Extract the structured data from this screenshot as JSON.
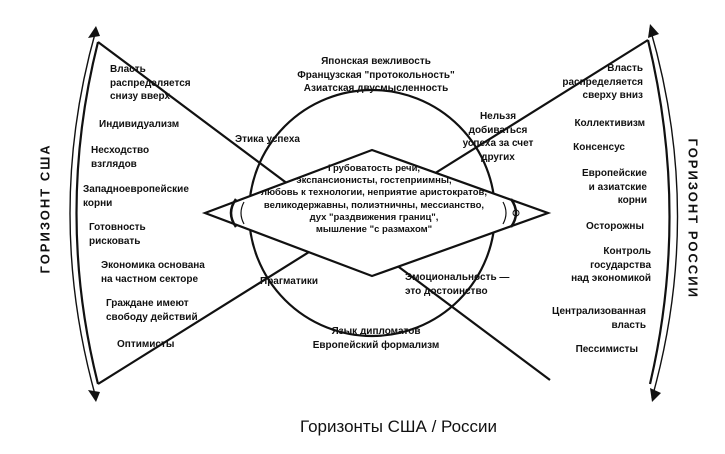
{
  "diagram": {
    "caption": "Горизонты США / России",
    "usa_horizon": "ГОРИЗОНТ США",
    "russia_horizon": "ГОРИЗОНТ РОССИИ",
    "top_lens": "Японская вежливость\nФранцузская \"протокольность\"\nАзиатская двусмысленность",
    "bottom_lens": "Язык дипломатов\nЕвропейский формализм",
    "center_eye": "Грубоватость речи,\nэкспансионисты, гостеприимны,\nлюбовь к технологии, неприятие аристократов,\nвеликодержавны, полиэтничны, мессианство,\nдух \"раздвижения границ\",\nмышление \"с размахом\"",
    "left_inner": {
      "success_ethic": "Этика успеха",
      "pragmatists": "Прагматики"
    },
    "right_inner": {
      "no_success_at_expense": "Нельзя\nдобиваться\nуспеха за счет\nдругих",
      "emotionality": "Эмоциональность —\nэто достоинство"
    },
    "usa_items": [
      "Власть\nраспределяется\nснизу вверх",
      "Индивидуализм",
      "Несходство\nвзглядов",
      "Западноевропейские\nкорни",
      "Готовность\nрисковать",
      "Экономика основана\nна частном секторе",
      "Граждане имеют\nсвободу действий",
      "Оптимисты"
    ],
    "russia_items": [
      "Власть\nраспределяется\nсверху вниз",
      "Коллективизм",
      "Консенсус",
      "Европейские\nи азиатские\nкорни",
      "Осторожны",
      "Контроль\nгосударства\nнад экономикой",
      "Централизованная\nвласть",
      "Пессимисты"
    ]
  }
}
